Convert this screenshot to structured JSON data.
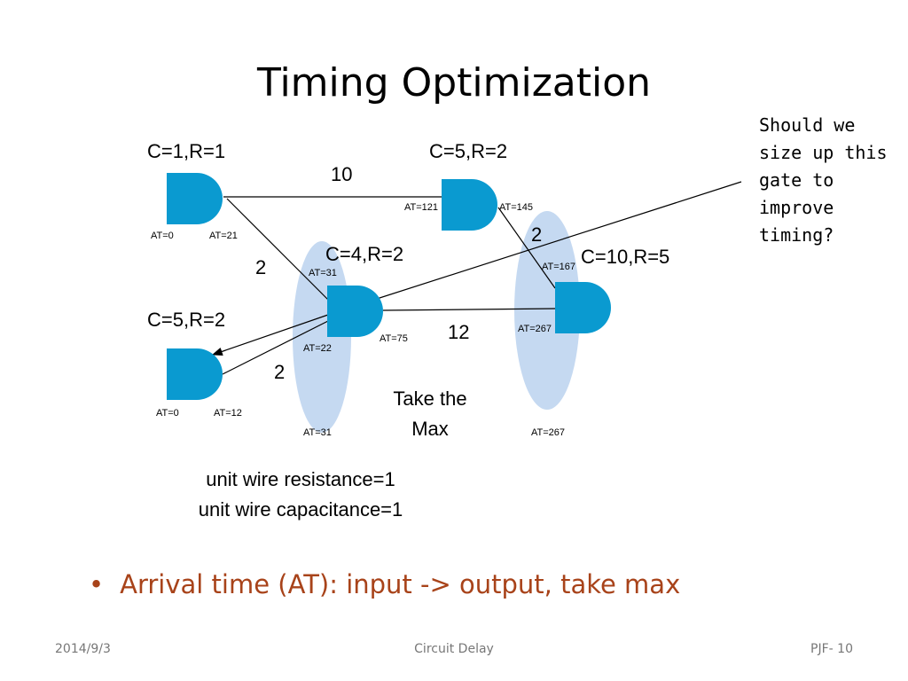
{
  "title": "Timing Optimization",
  "note_lines": [
    "Should we",
    "size up this",
    "gate to",
    "improve",
    "timing?"
  ],
  "gates": {
    "g1": {
      "label": "C=1,R=1",
      "at_in": "AT=0",
      "at_out": "AT=21"
    },
    "g2": {
      "label": "C=5,R=2",
      "at_in": "AT=121",
      "at_out": "AT=145"
    },
    "g3": {
      "label": "C=4,R=2",
      "at_top": "AT=31",
      "at_bottom": "AT=22",
      "at_out": "AT=75",
      "at_lower": "AT=31"
    },
    "g4": {
      "label": "C=5,R=2",
      "at_in": "AT=0",
      "at_out": "AT=12"
    },
    "g5": {
      "label": "C=10,R=5",
      "at_top": "AT=167",
      "at_mid": "AT=267",
      "at_lower": "AT=267"
    }
  },
  "wires": {
    "w_g1_g2": "10",
    "w_g1_g3": "2",
    "w_g2_g5": "2",
    "w_g3_g5": "12",
    "w_g3_g4": "2"
  },
  "take_max": [
    "Take the",
    "Max"
  ],
  "unit_lines": [
    "unit wire resistance=1",
    "unit wire capacitance=1"
  ],
  "bullet_marker": "•",
  "bullet_text": "Arrival time (AT): input -> output, take max",
  "footer": {
    "date": "2014/9/3",
    "center": "Circuit Delay",
    "page": "PJF- 10"
  },
  "colors": {
    "gate": "#0a9ad0",
    "ellipse": "#c5d9f1",
    "bullet": "#a8431a"
  }
}
